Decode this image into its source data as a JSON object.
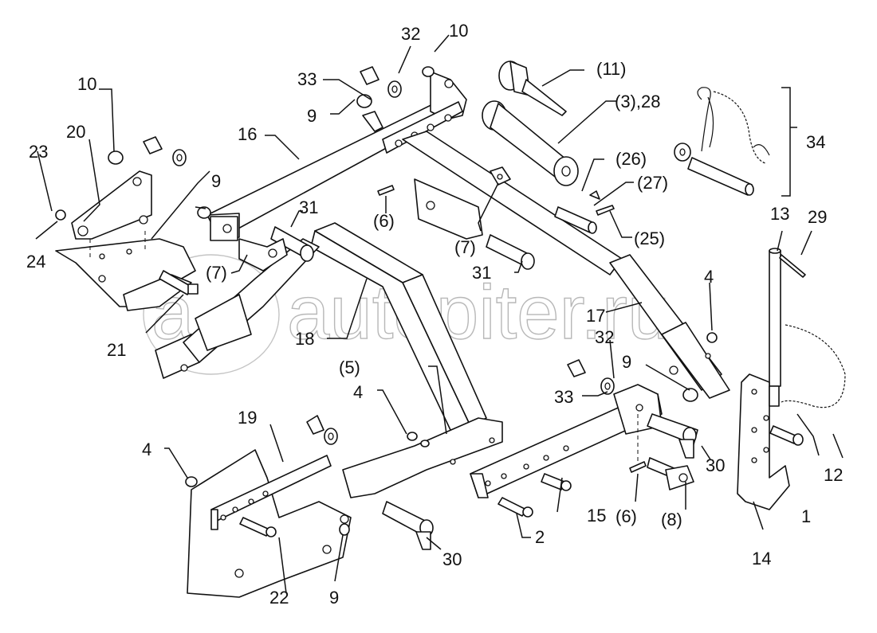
{
  "diagram": {
    "type": "exploded parts diagram",
    "watermark": "autopiter.ru",
    "watermark_logo": "a",
    "callouts": [
      {
        "id": "c-32-top",
        "text": "32"
      },
      {
        "id": "c-10-top",
        "text": "10"
      },
      {
        "id": "c-11",
        "text": "(11)"
      },
      {
        "id": "c-33-top",
        "text": "33"
      },
      {
        "id": "c-9-top",
        "text": "9"
      },
      {
        "id": "c-3-28",
        "text": "(3),28"
      },
      {
        "id": "c-10-left",
        "text": "10"
      },
      {
        "id": "c-16",
        "text": "16"
      },
      {
        "id": "c-34",
        "text": "34"
      },
      {
        "id": "c-20",
        "text": "20"
      },
      {
        "id": "c-23",
        "text": "23"
      },
      {
        "id": "c-26",
        "text": "(26)"
      },
      {
        "id": "c-9-left",
        "text": "9"
      },
      {
        "id": "c-27",
        "text": "(27)"
      },
      {
        "id": "c-6-top",
        "text": "(6)"
      },
      {
        "id": "c-31-left",
        "text": "31"
      },
      {
        "id": "c-7-mid",
        "text": "(7)"
      },
      {
        "id": "c-25",
        "text": "(25)"
      },
      {
        "id": "c-13",
        "text": "13"
      },
      {
        "id": "c-29",
        "text": "29"
      },
      {
        "id": "c-24",
        "text": "24"
      },
      {
        "id": "c-7-left",
        "text": "(7)"
      },
      {
        "id": "c-31-mid",
        "text": "31"
      },
      {
        "id": "c-4-right",
        "text": "4"
      },
      {
        "id": "c-17",
        "text": "17"
      },
      {
        "id": "c-21",
        "text": "21"
      },
      {
        "id": "c-18",
        "text": "18"
      },
      {
        "id": "c-32-mid",
        "text": "32"
      },
      {
        "id": "c-9-mid",
        "text": "9"
      },
      {
        "id": "c-5",
        "text": "(5)"
      },
      {
        "id": "c-4-mid",
        "text": "4"
      },
      {
        "id": "c-33-mid",
        "text": "33"
      },
      {
        "id": "c-19",
        "text": "19"
      },
      {
        "id": "c-30-right",
        "text": "30"
      },
      {
        "id": "c-4-left",
        "text": "4"
      },
      {
        "id": "c-12",
        "text": "12"
      },
      {
        "id": "c-15",
        "text": "15"
      },
      {
        "id": "c-1",
        "text": "1"
      },
      {
        "id": "c-2",
        "text": "2"
      },
      {
        "id": "c-6-bottom",
        "text": "(6)"
      },
      {
        "id": "c-8",
        "text": "(8)"
      },
      {
        "id": "c-30-bottom",
        "text": "30"
      },
      {
        "id": "c-14",
        "text": "14"
      },
      {
        "id": "c-22",
        "text": "22"
      },
      {
        "id": "c-9-bottom",
        "text": "9"
      }
    ]
  }
}
